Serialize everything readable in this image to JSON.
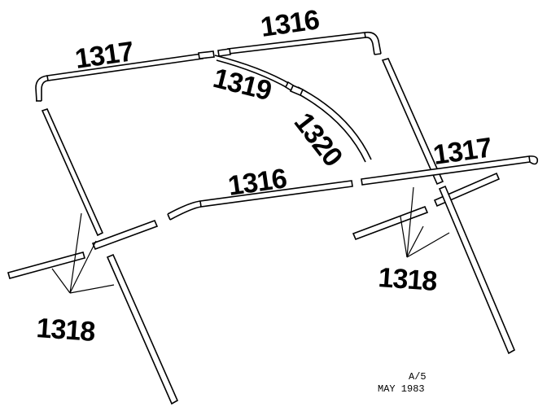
{
  "diagram": {
    "labels": {
      "bow_top_right": "1316",
      "bow_top_left": "1317",
      "curved_upper": "1319",
      "curved_lower": "1320",
      "bow_mid_front": "1316",
      "bow_mid_right": "1317",
      "legs_left": "1318",
      "legs_right": "1318"
    },
    "footer": {
      "sheet": "A/5",
      "date": "MAY 1983"
    }
  }
}
